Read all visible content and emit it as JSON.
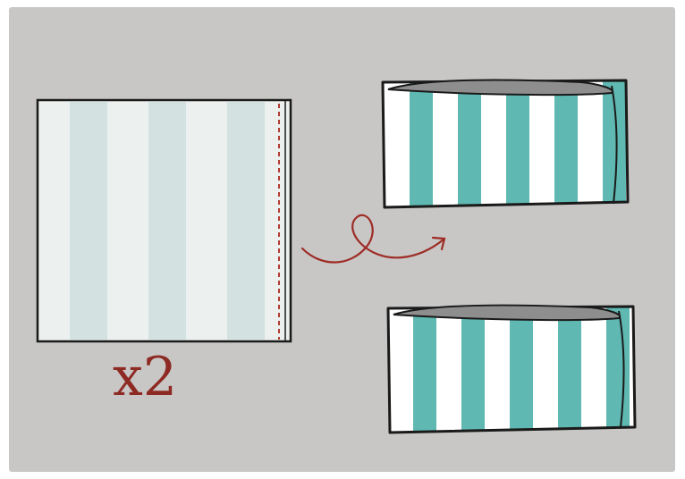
{
  "diagram": {
    "multiplier_label": "x2",
    "colors": {
      "background": "#c8c7c5",
      "fabric_flat": "#e8efee",
      "fabric_flat_stripe": "#cfdfde",
      "fabric_sewn_stripe": "#5fb8b1",
      "fabric_sewn_white": "#ffffff",
      "outline": "#1a1a1a",
      "stitch_line": "#b23a2f",
      "arrow": "#9e2c26",
      "label": "#8e2a24"
    },
    "icons": [
      "flat-fabric-square",
      "stitch-line",
      "curly-arrow",
      "sewn-fabric-tube-top",
      "sewn-fabric-tube-bottom"
    ]
  }
}
